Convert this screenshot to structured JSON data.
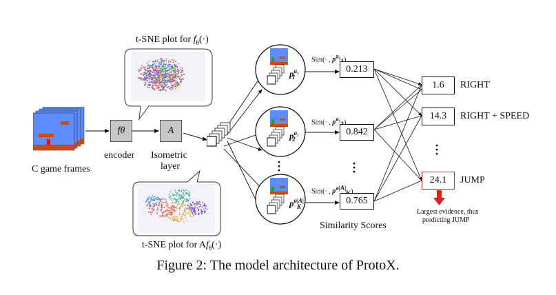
{
  "input_label": "C game frames",
  "encoder": {
    "symbol": "fθ",
    "label": "encoder"
  },
  "isometric": {
    "symbol": "A",
    "label_line1": "Isometric",
    "label_line2": "layer"
  },
  "tsne_top": {
    "prefix": "t-SNE plot for ",
    "func": "f",
    "sub": "θ",
    "suffix": "(·)"
  },
  "tsne_bottom": {
    "prefix": "t-SNE plot for A",
    "func": "f",
    "sub": "θ",
    "suffix": "(·)"
  },
  "prototypes": [
    {
      "sim_text": "Sim(· , ",
      "p_sym": "p",
      "p_sub": "1",
      "p_sup": "a₁",
      "score": "0.213"
    },
    {
      "sim_text": "Sim(· , ",
      "p_sym": "p",
      "p_sub": "2",
      "p_sup": "a₁",
      "score": "0.842"
    },
    {
      "sim_text": "Sim(· , ",
      "p_sym": "p",
      "p_sub": "K",
      "p_sup": "a|A|",
      "score": "0.765"
    }
  ],
  "similarity_label": "Similarity Scores",
  "outputs": [
    {
      "value": "1.6",
      "action": "RIGHT"
    },
    {
      "value": "14.3",
      "action": "RIGHT + SPEED"
    },
    {
      "value": "24.1",
      "action": "JUMP"
    }
  ],
  "evidence_line1": "Largest evidence, thus",
  "evidence_line2": "predicting JUMP",
  "caption": "Figure 2: The model architecture of ProtoX.",
  "colors": {
    "highlight": "#e02020",
    "sky": "#5c8cff",
    "ground": "#c84c0c",
    "pipe": "#2a9a2a"
  }
}
